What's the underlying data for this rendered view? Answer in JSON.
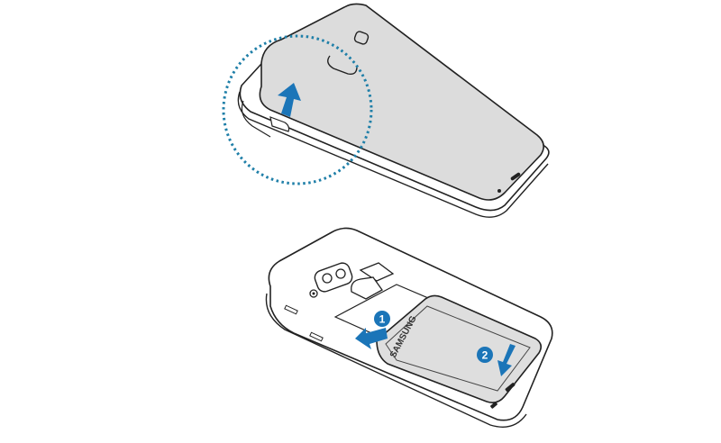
{
  "diagram": {
    "title": "",
    "steps": [
      {
        "id": "remove-back-cover",
        "description": "Lift back cover from notch",
        "callout": "dotted-circle-highlight"
      },
      {
        "id": "insert-battery",
        "markers": [
          {
            "number": "1",
            "description": "Slide battery toward contacts"
          },
          {
            "number": "2",
            "description": "Press battery down"
          }
        ]
      }
    ],
    "battery_label": "SAMSUNG",
    "colors": {
      "accent_blue": "#1b75b8",
      "callout_dots": "#1f7fa8",
      "cover_fill": "#dcdcdc",
      "battery_fill": "#dedede",
      "outline": "#222222",
      "background": "#ffffff"
    }
  }
}
